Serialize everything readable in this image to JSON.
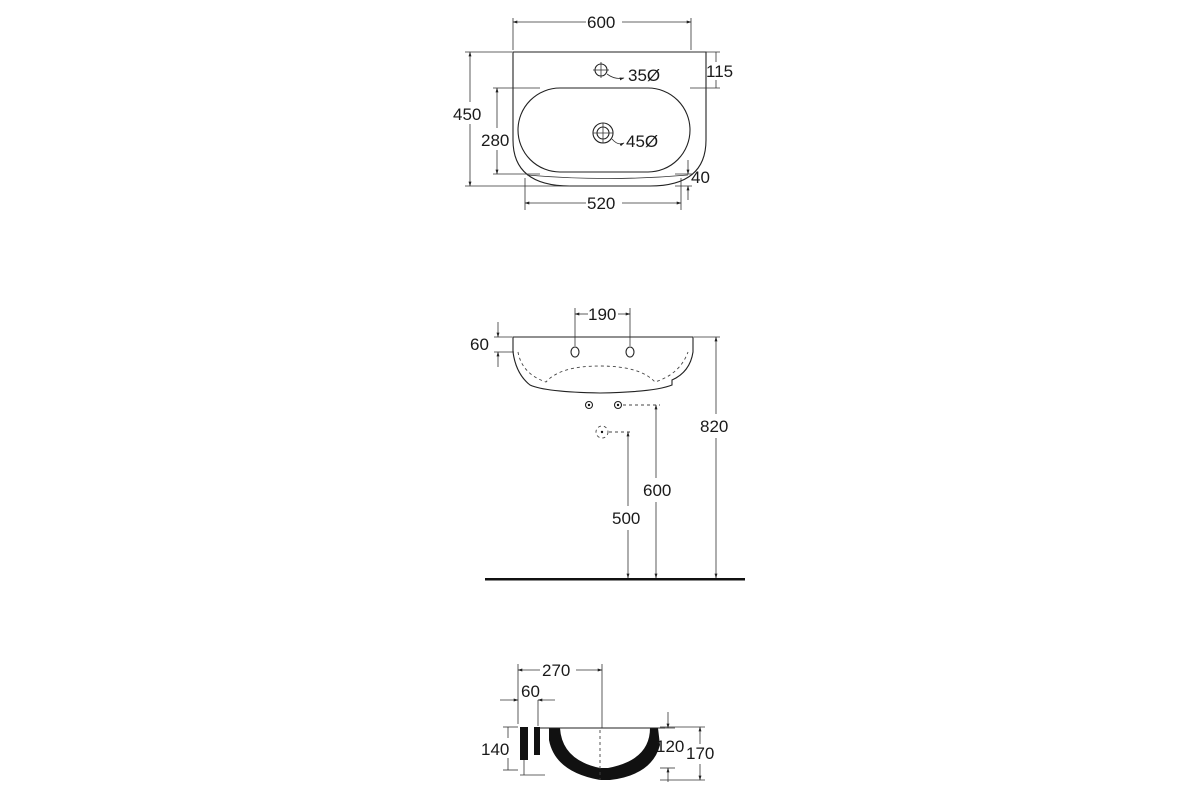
{
  "top_view": {
    "width": "600",
    "depth": "450",
    "tap_offset": "115",
    "tap_hole": "35Ø",
    "bowl_depth": "280",
    "waste_hole": "45Ø",
    "front_rim": "40",
    "bowl_width": "520"
  },
  "front_view": {
    "fixing_spacing": "190",
    "rim_height": "60",
    "overall_height": "820",
    "supply_height": "600",
    "waste_height": "500"
  },
  "section_view": {
    "depth": "270",
    "rim_inset": "60",
    "back_height": "140",
    "bowl_height": "120",
    "total_height": "170"
  }
}
